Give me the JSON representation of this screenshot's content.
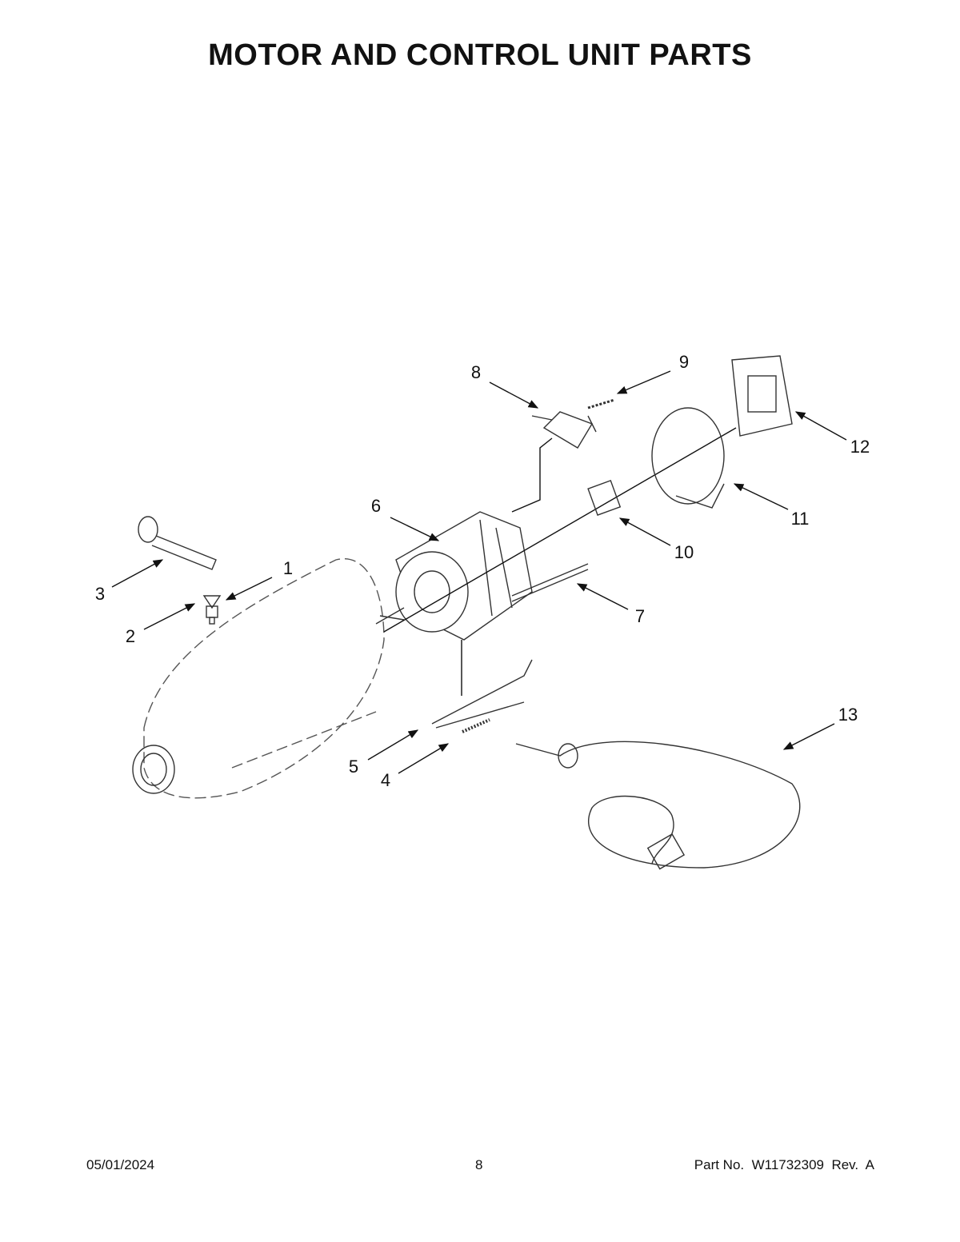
{
  "title": "MOTOR AND CONTROL UNIT PARTS",
  "callouts": [
    "1",
    "2",
    "3",
    "4",
    "5",
    "6",
    "7",
    "8",
    "9",
    "10",
    "11",
    "12",
    "13"
  ],
  "footer": {
    "date": "05/01/2024",
    "page": "8",
    "part_no": "Part No.  W11732309  Rev.  A"
  }
}
